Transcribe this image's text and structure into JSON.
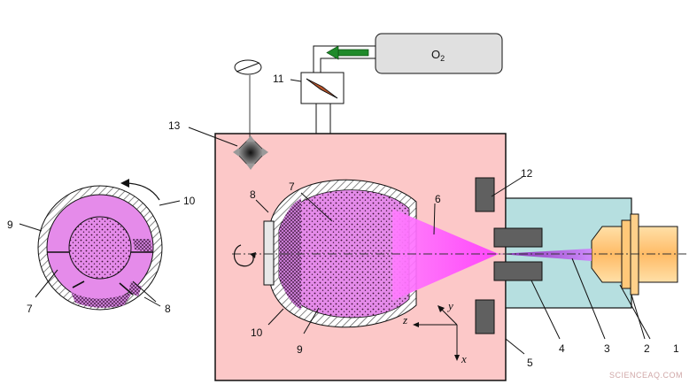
{
  "gas_label_main": "O",
  "gas_label_sub": "2",
  "labels": [
    "1",
    "2",
    "3",
    "4",
    "5",
    "6",
    "7",
    "8",
    "9",
    "10",
    "11",
    "12",
    "13"
  ],
  "side_labels": [
    "9",
    "10",
    "7",
    "8"
  ],
  "axes": {
    "x": "x",
    "y": "y",
    "z": "z"
  },
  "watermark": "SCIENCEAQ.COM",
  "colors": {
    "chamber": "#fcc8c8",
    "laser_head": "#b6dfe0",
    "plume": "#ff66ff",
    "target_fill": "#e58bea",
    "gas_box": "#e0e0e0",
    "arrow": "#1f8a2a",
    "valve": "#b5532a"
  }
}
